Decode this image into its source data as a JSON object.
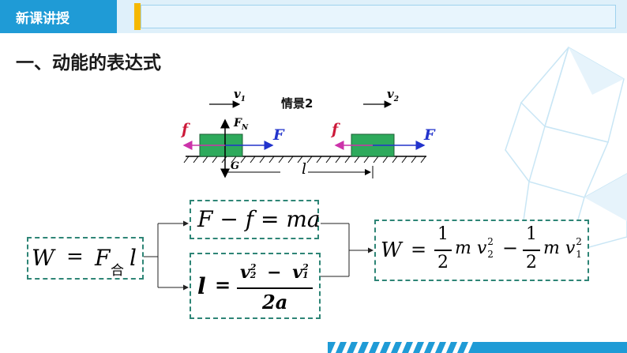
{
  "header": {
    "tab_label": "新课讲授"
  },
  "section": {
    "title": "一、动能的表达式"
  },
  "scene": {
    "label": "情景2",
    "v1": "v",
    "v1_sub": "1",
    "v2": "v",
    "v2_sub": "2",
    "fn": "F",
    "fn_sub": "N",
    "f_left": "f",
    "F_left": "F",
    "f_right": "f",
    "F_right": "F",
    "g": "G",
    "l": "l"
  },
  "eq_work": {
    "W": "W",
    "eq": "=",
    "F": "F",
    "sub": "合",
    "l": "l"
  },
  "eq_newton": {
    "text": "F − f = ma"
  },
  "eq_kinematic": {
    "l": "l",
    "eq": "=",
    "num": "v",
    "num_sub1": "2",
    "num_sup1": "2",
    "minus": "−",
    "num2": "v",
    "num_sub2": "1",
    "num_sup2": "2",
    "den": "2a"
  },
  "eq_result": {
    "W": "W",
    "eq": "=",
    "one1": "1",
    "two1": "2",
    "mv1": "m v",
    "sup1": "2",
    "sub1": "2",
    "minus": "−",
    "one2": "1",
    "two2": "2",
    "mv2": "m v",
    "sup2": "2",
    "sub2": "1"
  },
  "colors": {
    "brand": "#1f9bd6",
    "accent": "#f5b800",
    "block": "#2eaa5c",
    "force_F": "#2233cc",
    "force_f": "#cc1a3a",
    "dashed": "#2e8576"
  }
}
